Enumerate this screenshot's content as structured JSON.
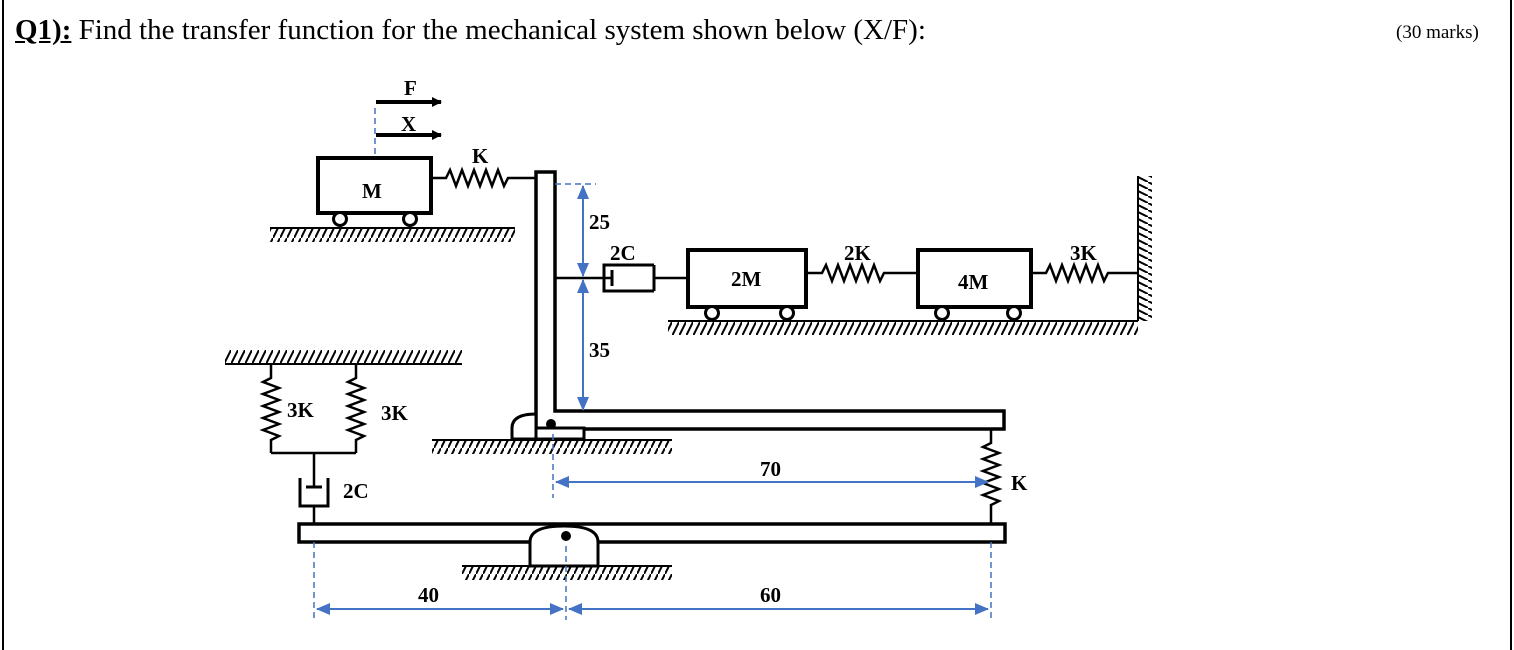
{
  "question": {
    "number": "Q1):",
    "text": " Find the transfer function for the mechanical system shown below (X/F):",
    "marks": "(30 marks)"
  },
  "diagram": {
    "arrows": {
      "force": "F",
      "displacement": "X"
    },
    "masses": {
      "m1": "M",
      "m2": "2M",
      "m3": "4M"
    },
    "springs": {
      "top": "K",
      "mid": "2K",
      "wall": "3K",
      "left_a": "3K",
      "left_b": "3K",
      "right": "K"
    },
    "dampers": {
      "upper": "2C",
      "lower": "2C"
    },
    "dimensions": {
      "d25": "25",
      "d35": "35",
      "d70": "70",
      "d40": "40",
      "d60": "60"
    },
    "colors": {
      "dimension": "#4472c4",
      "ink": "#000000"
    }
  }
}
